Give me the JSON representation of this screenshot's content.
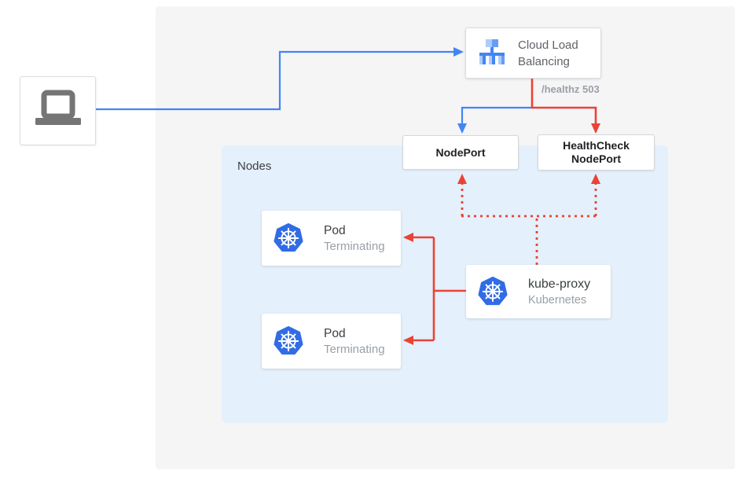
{
  "colors": {
    "connector_blue": "#4285f4",
    "connector_red": "#ea4335",
    "kubernetes_blue": "#326ce5",
    "gcp_icon_light_blue": "#aecbfa",
    "gcp_icon_mid_blue": "#669df6",
    "panel_gray": "#f5f5f6",
    "nodes_bg_blue": "#e4f0fb"
  },
  "icons": {
    "laptop": "laptop-icon",
    "cloud_load_balancing": "cloud-load-balancing-icon",
    "kubernetes": "kubernetes-icon"
  },
  "cloud_load_balancing": {
    "label_line1": "Cloud Load",
    "label_line2": "Balancing"
  },
  "healthz": {
    "label": "/healthz 503"
  },
  "nodeport": {
    "label": "NodePort"
  },
  "healthcheck_nodeport": {
    "label_line1": "HealthCheck",
    "label_line2": "NodePort"
  },
  "nodes_container": {
    "label": "Nodes"
  },
  "pods": [
    {
      "title": "Pod",
      "subtitle": "Terminating"
    },
    {
      "title": "Pod",
      "subtitle": "Terminating"
    }
  ],
  "kube_proxy": {
    "title": "kube-proxy",
    "subtitle": "Kubernetes"
  }
}
